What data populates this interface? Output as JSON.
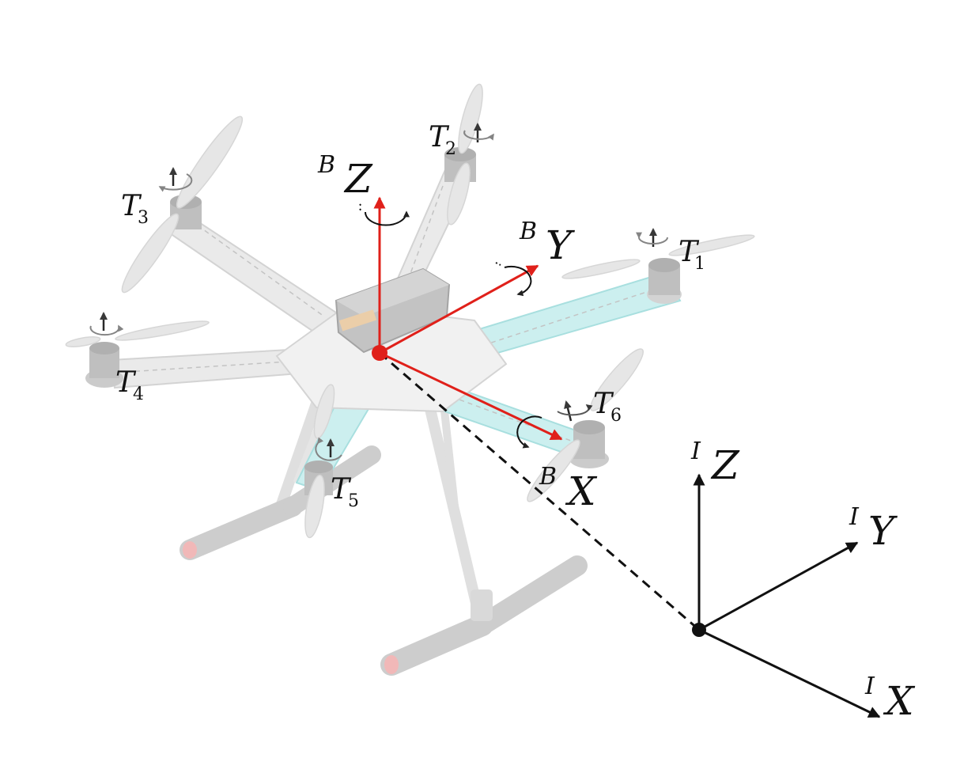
{
  "body_frame": {
    "superscript": "B",
    "axes": {
      "z": "Z",
      "y": "Y",
      "x": "X"
    },
    "color": "#e0201a"
  },
  "inertial_frame": {
    "superscript": "I",
    "axes": {
      "z": "Z",
      "y": "Y",
      "x": "X"
    },
    "color": "#111111"
  },
  "thrusts": [
    {
      "symbol": "T",
      "index": "1"
    },
    {
      "symbol": "T",
      "index": "2"
    },
    {
      "symbol": "T",
      "index": "3"
    },
    {
      "symbol": "T",
      "index": "4"
    },
    {
      "symbol": "T",
      "index": "5"
    },
    {
      "symbol": "T",
      "index": "6"
    }
  ],
  "colors": {
    "frame_gray": "#e6e6e6",
    "frame_edge": "#c9c9c9",
    "motor": "#b8b8b8",
    "arm_cyan": "#a9e6e6",
    "leg_tip": "#e9a3a3"
  }
}
